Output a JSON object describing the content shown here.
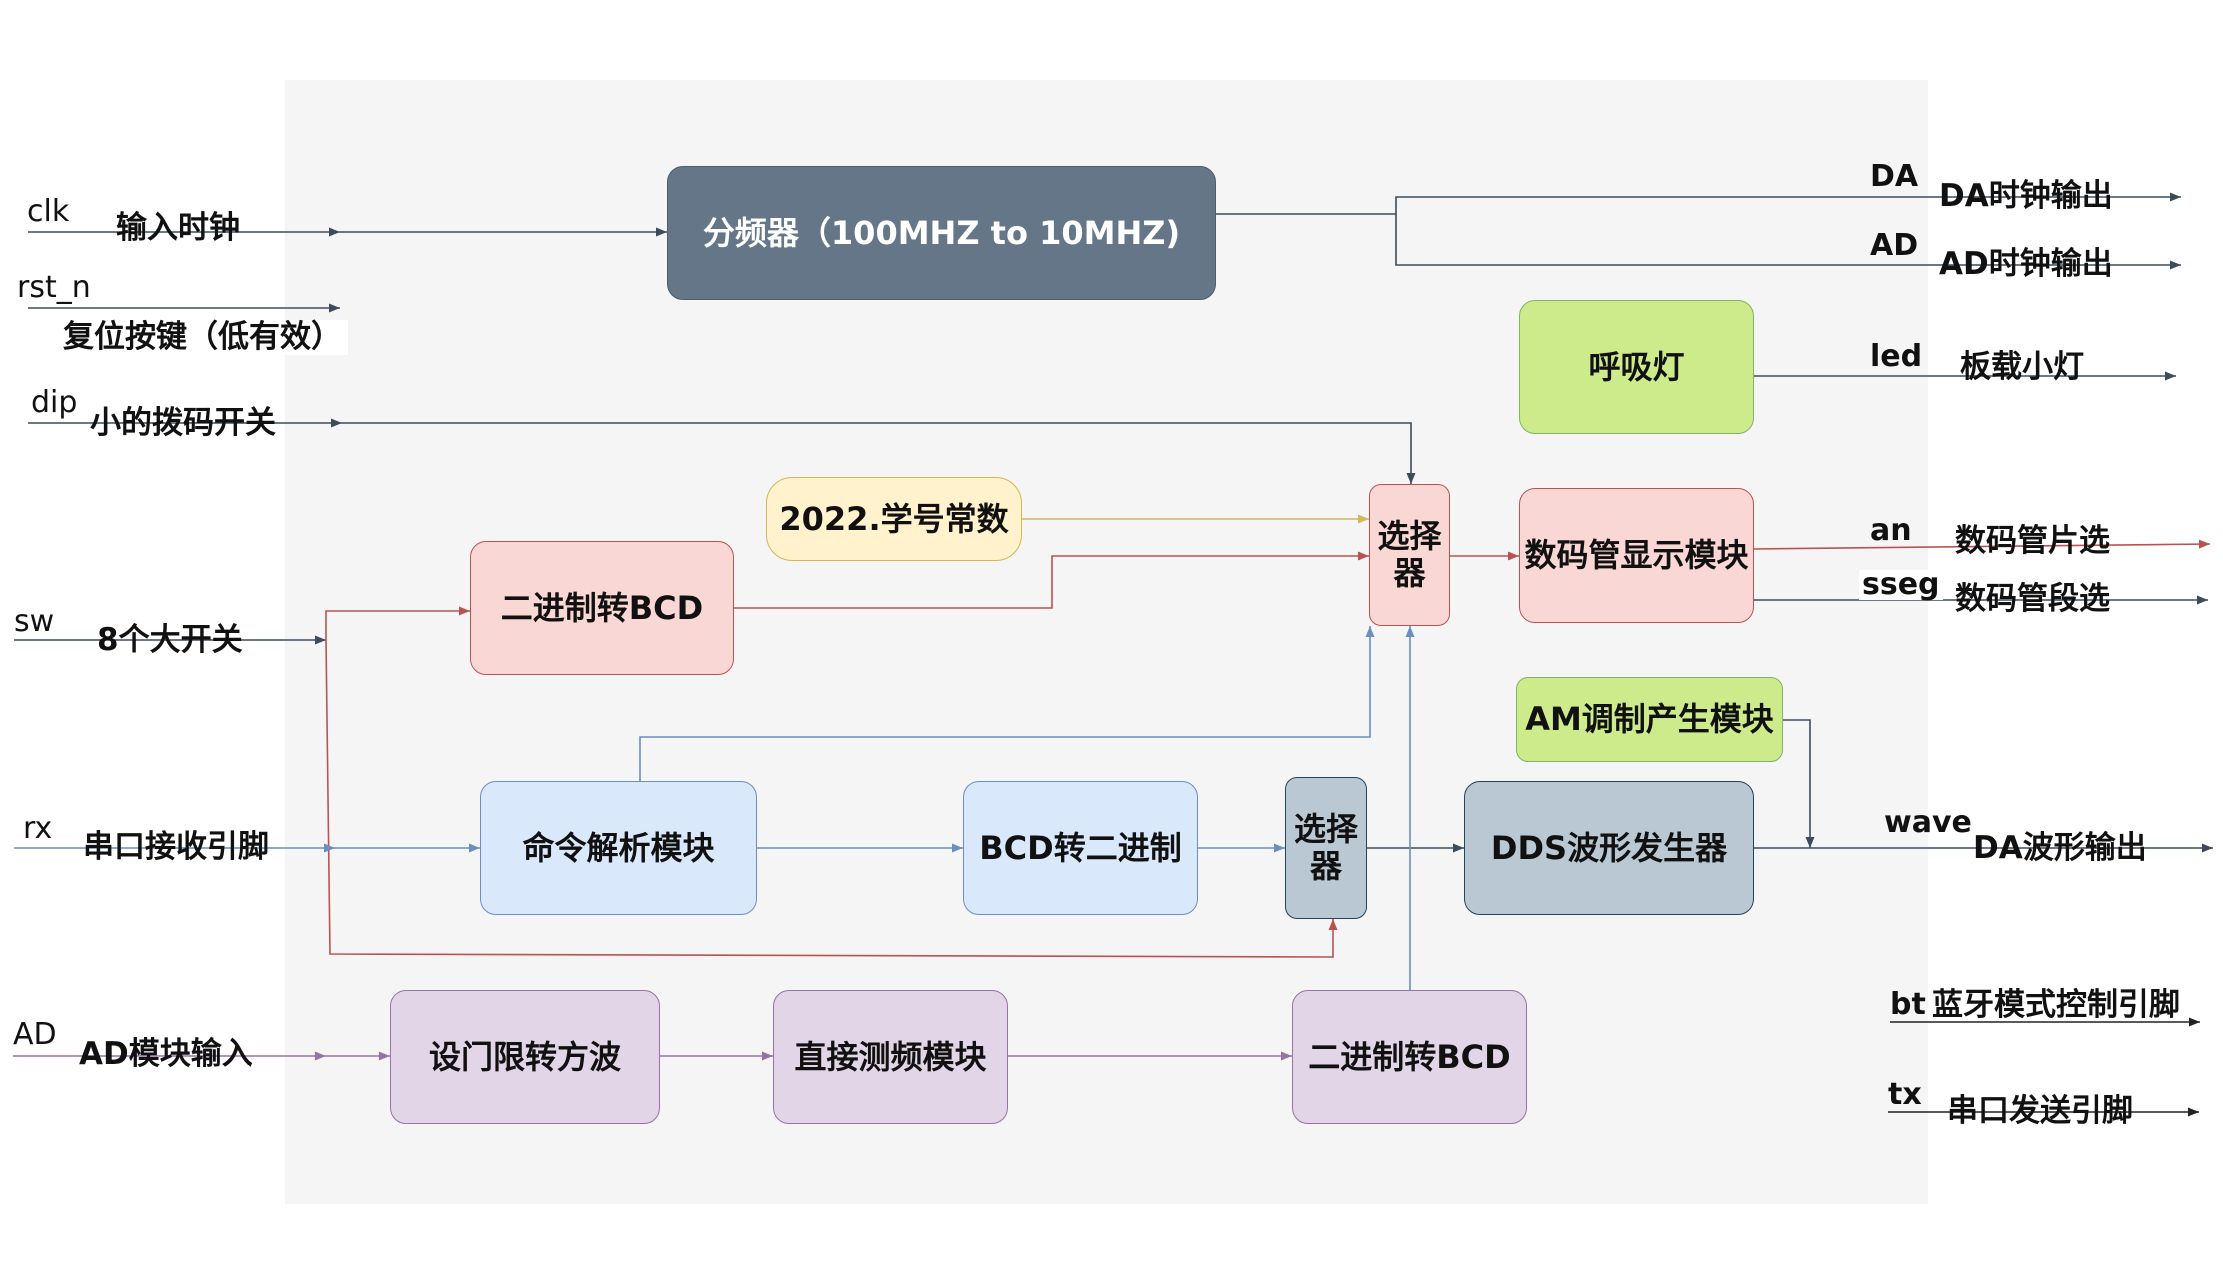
{
  "colors": {
    "slate": {
      "fill": "#647687",
      "stroke": "#4d5d6c",
      "text": "#ffffff"
    },
    "green": {
      "fill": "#cdeb8b",
      "stroke": "#82b366",
      "text": "#111111"
    },
    "pink": {
      "fill": "#f8d7d4",
      "stroke": "#b85450",
      "text": "#111111"
    },
    "yellow": {
      "fill": "#fff2cc",
      "stroke": "#d6b656",
      "text": "#111111"
    },
    "blue": {
      "fill": "#dae8fc",
      "stroke": "#6c8ebf",
      "text": "#111111"
    },
    "grayblue": {
      "fill": "#bac8d3",
      "stroke": "#23445d",
      "text": "#111111"
    },
    "purple": {
      "fill": "#e1d5e7",
      "stroke": "#9673a6",
      "text": "#111111"
    },
    "panel": "#f5f5f5",
    "line_dark": "#3c4c5c",
    "line_red": "#b85450",
    "line_blue": "#6c8ebf",
    "line_yellow": "#d6b656",
    "line_purple": "#9673a6",
    "line_black": "#222222"
  },
  "nodes": [
    {
      "id": "divider",
      "label": "分频器（100MHZ to 10MHZ)",
      "style": "slate"
    },
    {
      "id": "breath",
      "label": "呼吸灯",
      "style": "green"
    },
    {
      "id": "const",
      "label": "2022.学号常数",
      "style": "yellow"
    },
    {
      "id": "bin2bcd1",
      "label": "二进制转BCD",
      "style": "pink"
    },
    {
      "id": "sel1",
      "label": "选择\n器",
      "style": "pink"
    },
    {
      "id": "seg",
      "label": "数码管显示模块",
      "style": "pink"
    },
    {
      "id": "am",
      "label": "AM调制产生模块",
      "style": "green"
    },
    {
      "id": "cmd",
      "label": "命令解析模块",
      "style": "blue"
    },
    {
      "id": "bcd2bin",
      "label": "BCD转二进制",
      "style": "blue"
    },
    {
      "id": "sel2",
      "label": "选择\n器",
      "style": "grayblue"
    },
    {
      "id": "dds",
      "label": "DDS波形发生器",
      "style": "grayblue"
    },
    {
      "id": "square",
      "label": "设门限转方波",
      "style": "purple"
    },
    {
      "id": "freq",
      "label": "直接测频模块",
      "style": "purple"
    },
    {
      "id": "bin2bcd2",
      "label": "二进制转BCD",
      "style": "purple"
    }
  ],
  "inputs": [
    {
      "id": "clk",
      "signal": "clk",
      "desc": "输入时钟"
    },
    {
      "id": "rst",
      "signal": "rst_n",
      "desc": "复位按键（低有效）"
    },
    {
      "id": "dip",
      "signal": "dip",
      "desc": "小的拨码开关"
    },
    {
      "id": "sw",
      "signal": "sw",
      "desc": "8个大开关"
    },
    {
      "id": "rx",
      "signal": "rx",
      "desc": "串口接收引脚"
    },
    {
      "id": "ad_in",
      "signal": "AD",
      "desc": "AD模块输入"
    }
  ],
  "outputs": [
    {
      "id": "da",
      "signal": "DA",
      "desc": "DA时钟输出"
    },
    {
      "id": "ad_out",
      "signal": "AD",
      "desc": "AD时钟输出"
    },
    {
      "id": "led",
      "signal": "led",
      "desc": "板载小灯"
    },
    {
      "id": "an",
      "signal": "an",
      "desc": "数码管片选"
    },
    {
      "id": "sseg",
      "signal": "sseg",
      "desc": "数码管段选"
    },
    {
      "id": "wave",
      "signal": "wave",
      "desc": "DA波形输出"
    },
    {
      "id": "bt",
      "signal": "bt",
      "desc": "蓝牙模式控制引脚"
    },
    {
      "id": "tx",
      "signal": "tx",
      "desc": "串口发送引脚"
    }
  ]
}
